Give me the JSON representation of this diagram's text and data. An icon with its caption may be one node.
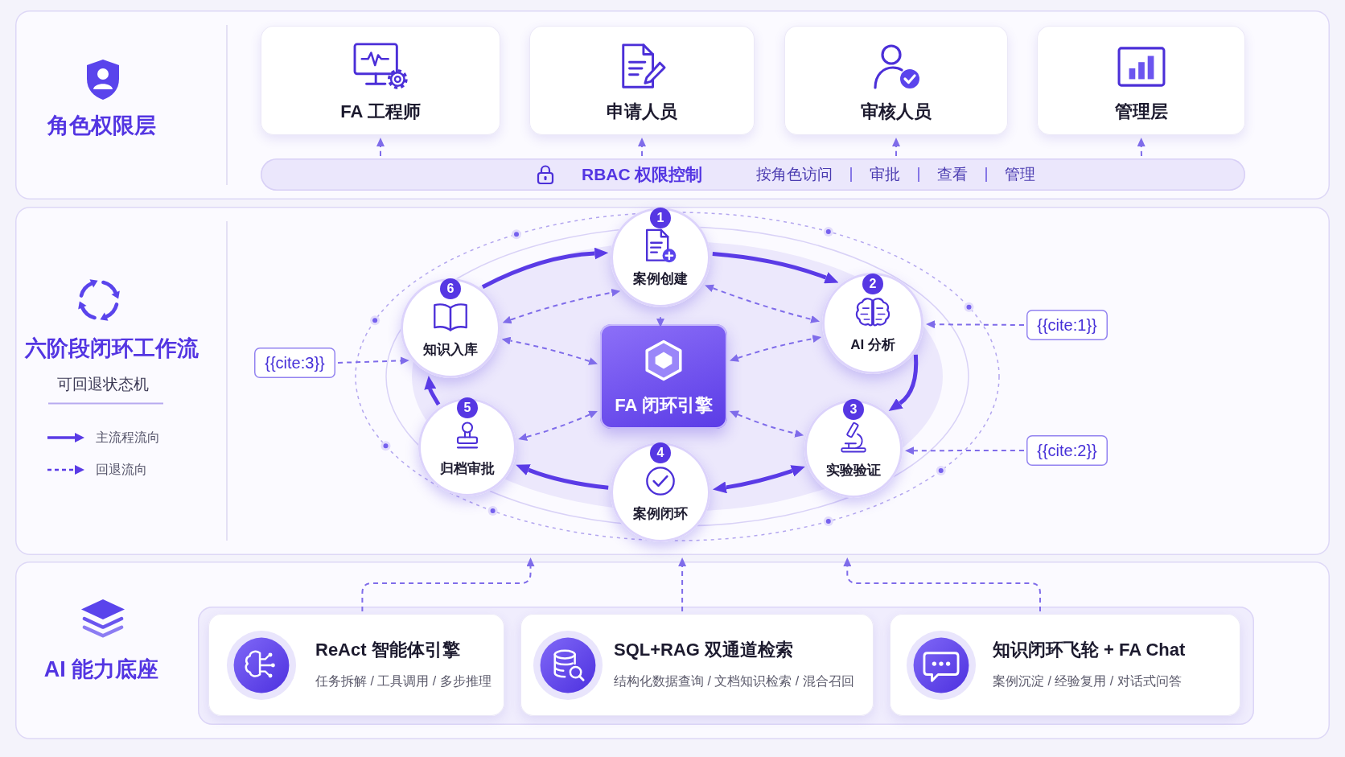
{
  "diagram": {
    "nodes": [
      {
        "text": [
          "角色权限层"
        ]
      },
      {
        "text": [
          "FA 工程师"
        ],
        "in": 0
      },
      {
        "text": [
          "申请人员"
        ],
        "in": 0
      },
      {
        "text": [
          "审核人员"
        ],
        "in": 0
      },
      {
        "text": [
          "管理层"
        ],
        "in": 0
      },
      {
        "text": [
          "RBAC 权限控制",
          "按角色访问",
          "审批",
          "查看",
          "管理"
        ],
        "in": 0
      },
      {
        "text": [
          "六阶段闭环工作流",
          "可回退状态机"
        ]
      },
      {
        "text": [
          "1",
          "案例创建"
        ],
        "in": 6
      },
      {
        "text": [
          "2",
          "AI 分析"
        ],
        "in": 6
      },
      {
        "text": [
          "3",
          "实验验证"
        ],
        "in": 6
      },
      {
        "text": [
          "4",
          "案例闭环"
        ],
        "in": 6
      },
      {
        "text": [
          "5",
          "归档审批"
        ],
        "in": 6
      },
      {
        "text": [
          "6",
          "知识入库"
        ],
        "in": 6
      },
      {
        "text": [
          "FA 闭环引擎"
        ],
        "in": 6
      },
      {
        "text": [
          "{{cite:1}}"
        ],
        "in": 6
      },
      {
        "text": [
          "{{cite:2}}"
        ],
        "in": 6
      },
      {
        "text": [
          "{{cite:3}}"
        ],
        "in": 6
      },
      {
        "text": [
          "AI 能力底座"
        ]
      },
      {
        "text": [
          "ReAct 智能体引擎",
          "任务拆解 / 工具调用 / 多步推理"
        ],
        "in": 17
      },
      {
        "text": [
          "SQL+RAG 双通道检索",
          "结构化数据查询 / 文档知识检索 / 混合召回"
        ],
        "in": 17
      },
      {
        "text": [
          "知识闭环飞轮 + FA Chat",
          "案例沉淀 / 经验复用 / 对话式问答"
        ],
        "in": 17
      }
    ],
    "edges": [
      {
        "from": 5,
        "to": 1,
        "arrow": "to",
        "style": "dashed"
      },
      {
        "from": 5,
        "to": 2,
        "arrow": "to",
        "style": "dashed"
      },
      {
        "from": 5,
        "to": 3,
        "arrow": "to",
        "style": "dashed"
      },
      {
        "from": 5,
        "to": 4,
        "arrow": "to",
        "style": "dashed"
      },
      {
        "from": 12,
        "to": 7,
        "arrow": "to",
        "style": "thick"
      },
      {
        "from": 7,
        "to": 8,
        "arrow": "to",
        "style": "thick"
      },
      {
        "from": 8,
        "to": 9,
        "arrow": "to",
        "style": "thick"
      },
      {
        "from": 10,
        "to": 9,
        "arrow": "both",
        "style": "thick"
      },
      {
        "from": 10,
        "to": 11,
        "arrow": "to",
        "style": "thick"
      },
      {
        "from": 11,
        "to": 12,
        "arrow": "to",
        "style": "thick"
      },
      {
        "from": 12,
        "to": 7,
        "arrow": "both",
        "style": "dashed"
      },
      {
        "from": 7,
        "to": 8,
        "arrow": "both",
        "style": "dashed"
      },
      {
        "from": 13,
        "to": 12,
        "arrow": "both",
        "style": "dashed"
      },
      {
        "from": 13,
        "to": 8,
        "arrow": "both",
        "style": "dashed"
      },
      {
        "from": 13,
        "to": 11,
        "arrow": "both",
        "style": "dashed"
      },
      {
        "from": 13,
        "to": 9,
        "arrow": "both",
        "style": "dashed"
      },
      {
        "from": 13,
        "to": 7,
        "arrow": "to",
        "style": "dashed"
      },
      {
        "from": 14,
        "to": 8,
        "arrow": "to",
        "style": "dashed"
      },
      {
        "from": 15,
        "to": 9,
        "arrow": "to",
        "style": "dashed"
      },
      {
        "from": 16,
        "to": 12,
        "arrow": "to",
        "style": "dashed"
      },
      {
        "from": 18,
        "to": 6,
        "arrow": "to",
        "style": "dashed"
      },
      {
        "from": 19,
        "to": 6,
        "arrow": "to",
        "style": "dashed"
      },
      {
        "from": 20,
        "to": 6,
        "arrow": "to",
        "style": "dashed"
      }
    ],
    "legend": [
      {
        "text": "主流程流向"
      },
      {
        "text": "回退流向"
      }
    ]
  }
}
